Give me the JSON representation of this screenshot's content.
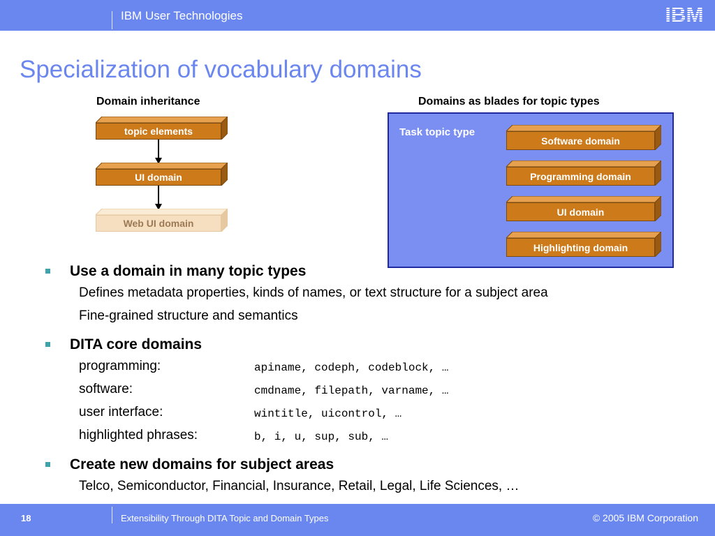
{
  "header": {
    "brand": "IBM User Technologies",
    "logo_text": "IBM"
  },
  "title": "Specialization of vocabulary domains",
  "inheritance": {
    "heading": "Domain inheritance",
    "boxes": [
      "topic elements",
      "UI domain",
      "Web UI domain"
    ]
  },
  "blades": {
    "heading": "Domains as blades for topic types",
    "panel_label": "Task topic type",
    "boxes": [
      "Software domain",
      "Programming domain",
      "UI domain",
      "Highlighting domain"
    ]
  },
  "bullets": {
    "b1": {
      "heading": "Use a domain in many topic types",
      "lines": [
        "Defines metadata properties, kinds of names, or text structure for a subject area",
        "Fine-grained structure and semantics"
      ]
    },
    "b2": {
      "heading": "DITA core domains",
      "rows": [
        {
          "label": "programming:",
          "code": "apiname, codeph, codeblock, …"
        },
        {
          "label": "software:",
          "code": "cmdname, filepath, varname, …"
        },
        {
          "label": "user interface:",
          "code": "wintitle, uicontrol, …"
        },
        {
          "label": "highlighted phrases:",
          "code": "b, i, u, sup, sub, …"
        }
      ]
    },
    "b3": {
      "heading": "Create new domains for subject areas",
      "lines": [
        "Telco, Semiconductor, Financial, Insurance, Retail, Legal, Life Sciences, …"
      ]
    }
  },
  "footer": {
    "page_number": "18",
    "title": "Extensibility Through DITA Topic and Domain Types",
    "copyright": "© 2005 IBM Corporation"
  },
  "colors": {
    "bar": "#6a87ef",
    "title": "#6b86ee",
    "box_orange": "#cc7a1a",
    "box_faded": "#f5dfc0",
    "panel": "#7b8ef2",
    "bullet": "#3fa3ac"
  }
}
